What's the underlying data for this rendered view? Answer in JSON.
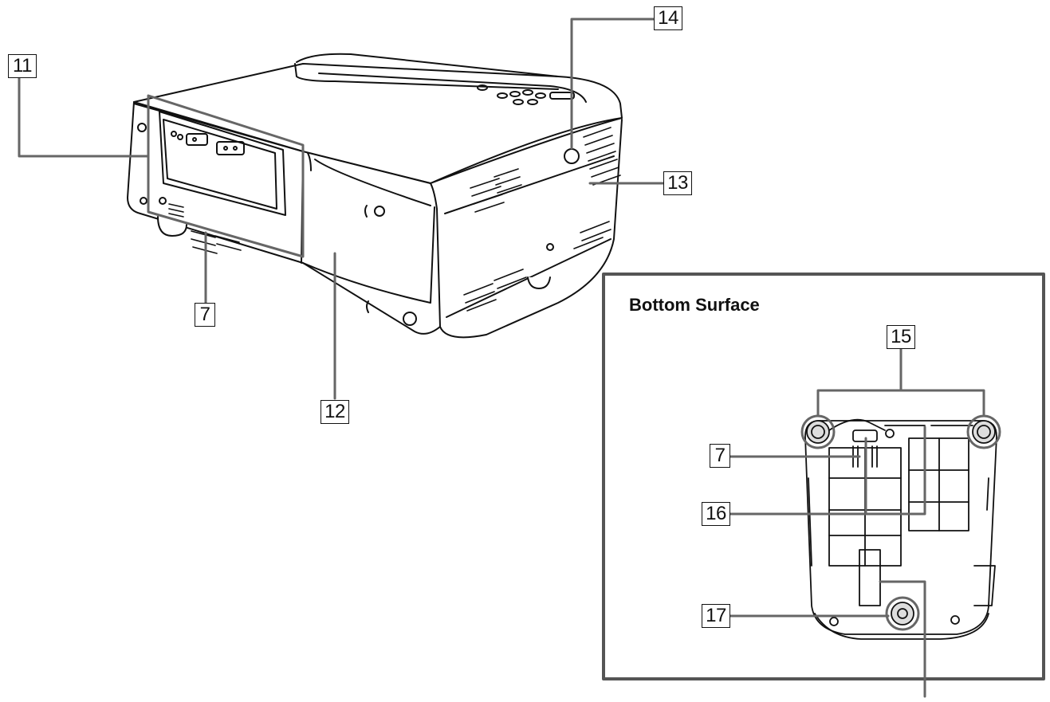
{
  "diagram": {
    "labels": {
      "c11": "11",
      "c14": "14",
      "c13": "13",
      "c7_main": "7",
      "c12": "12",
      "c15": "15",
      "c7_bottom": "7",
      "c16": "16",
      "c17": "17"
    },
    "inset": {
      "title": "Bottom Surface"
    },
    "colors": {
      "line": "#111111",
      "inset_border": "#555555"
    }
  }
}
